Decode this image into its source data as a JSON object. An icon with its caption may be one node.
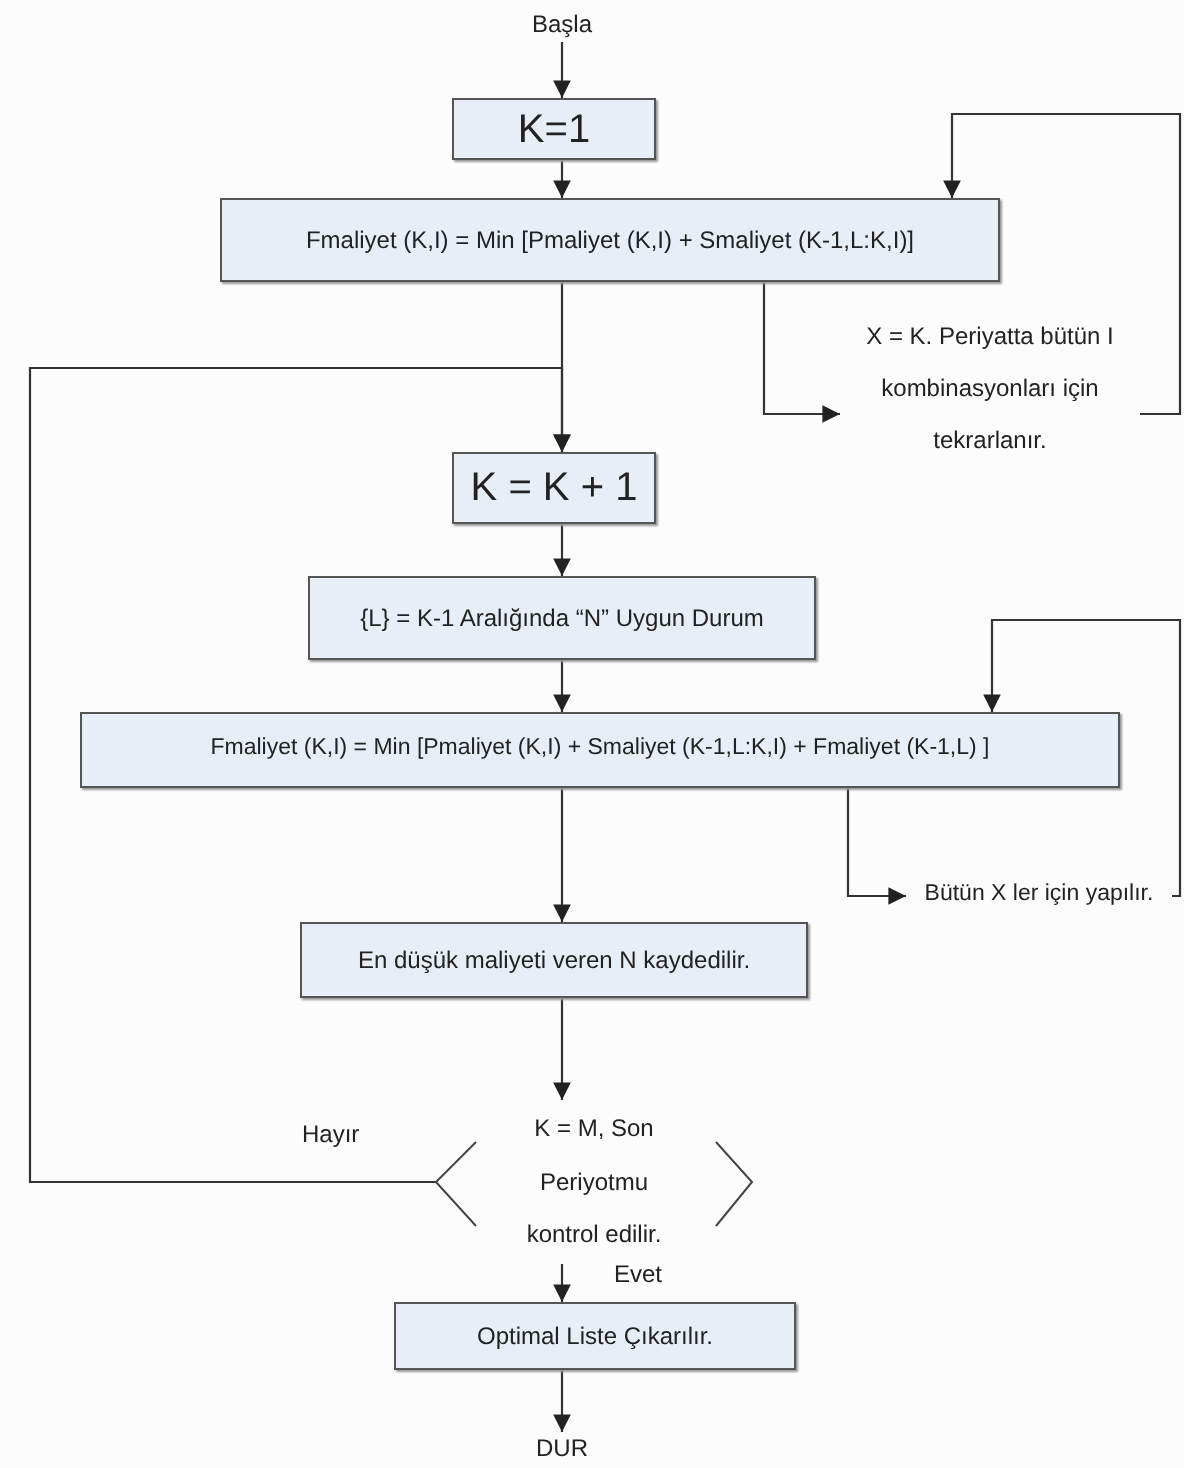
{
  "diagram": {
    "nodes": [
      {
        "text": [
          "Başla"
        ]
      },
      {
        "text": [
          "K=1"
        ]
      },
      {
        "text": [
          "Fmaliyet (K,I) = Min [Pmaliyet (K,I) + Smaliyet (K-1,L:K,I)]"
        ]
      },
      {
        "text": [
          "X = K. Periyatta bütün I kombinasyonları için tekrarlanır."
        ]
      },
      {
        "text": [
          "K = K + 1"
        ]
      },
      {
        "text": [
          "{L} =  K-1 Aralığında “N” Uygun Durum"
        ]
      },
      {
        "text": [
          "Fmaliyet (K,I) = Min [Pmaliyet (K,I) + Smaliyet (K-1,L:K,I) + Fmaliyet (K-1,L) ]"
        ]
      },
      {
        "text": [
          "Bütün X ler için yapılır."
        ]
      },
      {
        "text": [
          "En düşük maliyeti veren N kaydedilir."
        ]
      },
      {
        "text": [
          "K = M, Son Periyotmu kontrol edilir."
        ]
      },
      {
        "text": [
          "Optimal Liste Çıkarılır."
        ]
      },
      {
        "text": [
          "DUR"
        ]
      }
    ],
    "edges": [
      {
        "from": 0,
        "to": 1,
        "arrow": "to"
      },
      {
        "from": 1,
        "to": 2,
        "arrow": "to"
      },
      {
        "from": 2,
        "to": 4,
        "arrow": "to"
      },
      {
        "from": 2,
        "to": 3,
        "arrow": "to"
      },
      {
        "from": 3,
        "to": 2,
        "arrow": "to"
      },
      {
        "from": 4,
        "to": 5,
        "arrow": "to"
      },
      {
        "from": 5,
        "to": 6,
        "arrow": "to"
      },
      {
        "from": 6,
        "to": 7,
        "arrow": "to"
      },
      {
        "from": 7,
        "to": 6,
        "arrow": "to"
      },
      {
        "from": 6,
        "to": 8,
        "arrow": "to"
      },
      {
        "from": 8,
        "to": 9,
        "arrow": "to"
      },
      {
        "from": 9,
        "to": 4,
        "arrow": "to",
        "label": "Hayır"
      },
      {
        "from": 9,
        "to": 10,
        "arrow": "to",
        "label": "Evet"
      },
      {
        "from": 10,
        "to": 11,
        "arrow": "to"
      }
    ]
  }
}
